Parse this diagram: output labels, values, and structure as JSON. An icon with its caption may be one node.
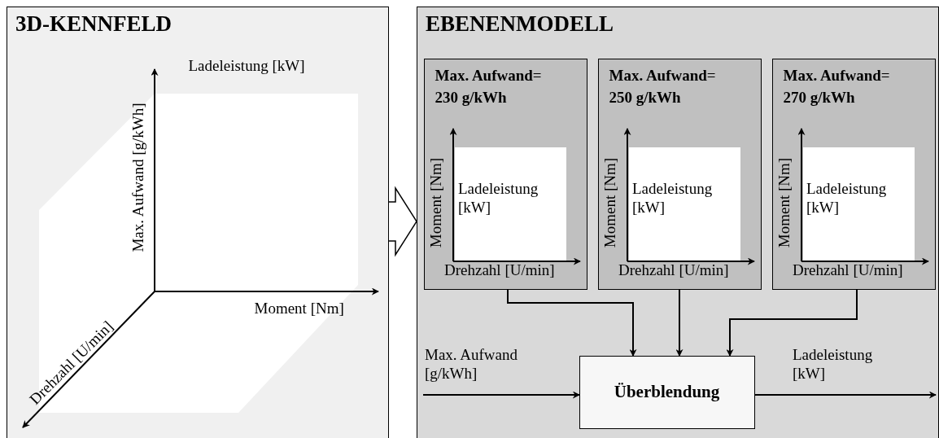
{
  "diagram": {
    "nodes": [
      {
        "text": [
          "3D-KENNFELD"
        ]
      },
      {
        "text": [
          "EBENENMODELL"
        ]
      },
      {
        "text": [
          "**Max. Aufwand**= **230 g/kWh**"
        ],
        "in": 1
      },
      {
        "text": [
          "**Max. Aufwand**= **250 g/kWh**"
        ],
        "in": 1
      },
      {
        "text": [
          "**Max. Aufwand**= **270 g/kWh**"
        ],
        "in": 1
      },
      {
        "text": [
          "Überblendung"
        ],
        "in": 1
      }
    ],
    "edges": [
      {
        "from": 0,
        "to": 1,
        "arrow": "to"
      },
      {
        "from": 2,
        "to": 5,
        "arrow": "to"
      },
      {
        "from": 3,
        "to": 5,
        "arrow": "to"
      },
      {
        "from": 4,
        "to": 5,
        "arrow": "to"
      },
      {
        "from": null,
        "to": 5,
        "arrow": "to",
        "label": "Max. Aufwand [g/kWh]"
      },
      {
        "from": 5,
        "to": null,
        "arrow": "to",
        "label": "Ladeleistung [kW]"
      }
    ],
    "labels": [
      "Ladeleistung [kW]",
      "Max. Aufwand [g/kWh]",
      "Moment [Nm]",
      "Drehzahl [U/min]",
      "Moment [Nm]",
      "Ladeleistung [kW]",
      "Drehzahl [U/min]",
      "Moment [Nm]",
      "Ladeleistung [kW]",
      "Drehzahl [U/min]",
      "Moment [Nm]",
      "Ladeleistung [kW]",
      "Drehzahl [U/min]"
    ]
  }
}
